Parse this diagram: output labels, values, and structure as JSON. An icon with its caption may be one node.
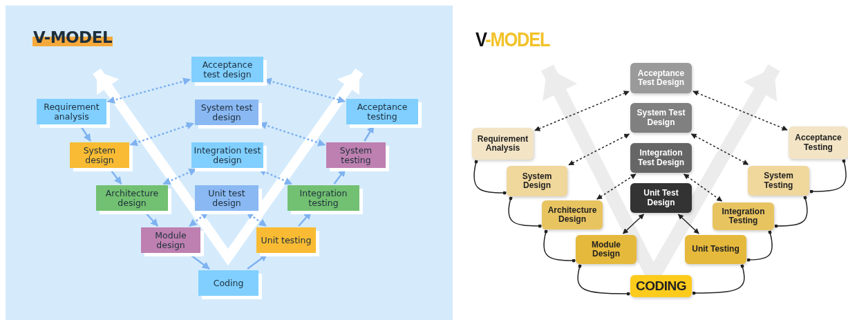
{
  "diagram": {
    "title": "V-MODEL",
    "nodes": [
      {
        "text": [
          "Requirement analysis"
        ]
      },
      {
        "text": [
          "System design"
        ]
      },
      {
        "text": [
          "Architecture design"
        ]
      },
      {
        "text": [
          "Module design"
        ]
      },
      {
        "text": [
          "Coding"
        ]
      },
      {
        "text": [
          "Unit testing"
        ]
      },
      {
        "text": [
          "Integration testing"
        ]
      },
      {
        "text": [
          "System testing"
        ]
      },
      {
        "text": [
          "Acceptance testing"
        ]
      },
      {
        "text": [
          "Acceptance test design"
        ]
      },
      {
        "text": [
          "System test design"
        ]
      },
      {
        "text": [
          "Integration test design"
        ]
      },
      {
        "text": [
          "Unit test design"
        ]
      },
      {
        "text": [
          "Requirement Analysis"
        ]
      },
      {
        "text": [
          "System Design"
        ]
      },
      {
        "text": [
          "Architecture Design"
        ]
      },
      {
        "text": [
          "Module Design"
        ]
      },
      {
        "text": [
          "CODING"
        ]
      },
      {
        "text": [
          "Unit Testing"
        ]
      },
      {
        "text": [
          "Integration Testing"
        ]
      },
      {
        "text": [
          "System Testing"
        ]
      },
      {
        "text": [
          "Acceptance Testing"
        ]
      },
      {
        "text": [
          "Acceptance Test Design"
        ]
      },
      {
        "text": [
          "System Test Design"
        ]
      },
      {
        "text": [
          "Integration Test Design"
        ]
      },
      {
        "text": [
          "Unit Test Design"
        ]
      }
    ],
    "edges": [
      {
        "from": 0,
        "to": 1,
        "arrow": "to",
        "color": "#7fb2f0"
      },
      {
        "from": 1,
        "to": 2,
        "arrow": "to",
        "color": "#7fb2f0"
      },
      {
        "from": 2,
        "to": 3,
        "arrow": "to",
        "color": "#7fb2f0"
      },
      {
        "from": 3,
        "to": 4,
        "arrow": "to",
        "color": "#7fb2f0"
      },
      {
        "from": 4,
        "to": 5,
        "arrow": "to",
        "color": "#7fb2f0"
      },
      {
        "from": 5,
        "to": 6,
        "arrow": "to",
        "color": "#7fb2f0"
      },
      {
        "from": 6,
        "to": 7,
        "arrow": "to",
        "color": "#7fb2f0"
      },
      {
        "from": 7,
        "to": 8,
        "arrow": "to",
        "color": "#7fb2f0"
      },
      {
        "from": 0,
        "to": 9,
        "arrow": "both",
        "style": "dashed",
        "color": "#7fb2f0"
      },
      {
        "from": 9,
        "to": 8,
        "arrow": "both",
        "style": "dashed",
        "color": "#7fb2f0"
      },
      {
        "from": 1,
        "to": 10,
        "arrow": "both",
        "style": "dashed",
        "color": "#7fb2f0"
      },
      {
        "from": 10,
        "to": 7,
        "arrow": "both",
        "style": "dashed",
        "color": "#7fb2f0"
      },
      {
        "from": 2,
        "to": 11,
        "arrow": "both",
        "style": "dashed",
        "color": "#7fb2f0"
      },
      {
        "from": 11,
        "to": 6,
        "arrow": "both",
        "style": "dashed",
        "color": "#7fb2f0"
      },
      {
        "from": 3,
        "to": 12,
        "arrow": "both",
        "style": "dashed",
        "color": "#7fb2f0"
      },
      {
        "from": 12,
        "to": 5,
        "arrow": "both",
        "style": "dashed",
        "color": "#7fb2f0"
      },
      {
        "from": 13,
        "to": 14,
        "arrow": "other",
        "color": "#222222"
      },
      {
        "from": 14,
        "to": 15,
        "arrow": "other",
        "color": "#222222"
      },
      {
        "from": 15,
        "to": 16,
        "arrow": "other",
        "color": "#222222"
      },
      {
        "from": 16,
        "to": 17,
        "arrow": "other",
        "color": "#222222"
      },
      {
        "from": 17,
        "to": 18,
        "arrow": "other",
        "color": "#222222"
      },
      {
        "from": 18,
        "to": 19,
        "arrow": "other",
        "color": "#222222"
      },
      {
        "from": 19,
        "to": 20,
        "arrow": "other",
        "color": "#222222"
      },
      {
        "from": 20,
        "to": 21,
        "arrow": "other",
        "color": "#222222"
      },
      {
        "from": 13,
        "to": 22,
        "arrow": "both",
        "style": "dashed",
        "color": "#222222"
      },
      {
        "from": 22,
        "to": 21,
        "arrow": "both",
        "style": "dashed",
        "color": "#222222"
      },
      {
        "from": 14,
        "to": 23,
        "arrow": "both",
        "style": "dashed",
        "color": "#222222"
      },
      {
        "from": 23,
        "to": 20,
        "arrow": "both",
        "style": "dashed",
        "color": "#222222"
      },
      {
        "from": 15,
        "to": 24,
        "arrow": "both",
        "style": "dashed",
        "color": "#222222"
      },
      {
        "from": 24,
        "to": 19,
        "arrow": "both",
        "style": "dashed",
        "color": "#222222"
      },
      {
        "from": 16,
        "to": 25,
        "arrow": "both",
        "color": "#222222"
      },
      {
        "from": 25,
        "to": 18,
        "arrow": "both",
        "color": "#222222"
      }
    ],
    "labels": [
      "V-MODEL"
    ]
  }
}
